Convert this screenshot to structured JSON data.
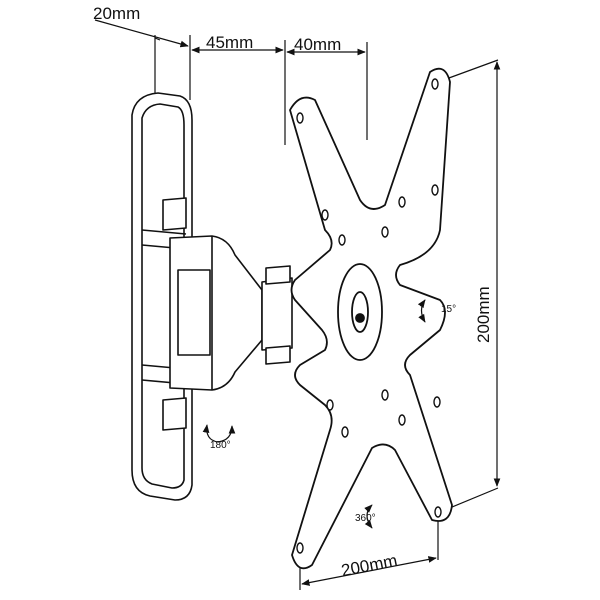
{
  "dimensions": {
    "wall_depth": "20mm",
    "arm_depth": "45mm",
    "plate_depth": "40mm",
    "vesa_horizontal": "200mm",
    "vesa_vertical": "200mm"
  },
  "rotations": {
    "swivel": "180°",
    "tilt": "15°",
    "rotate": "360°"
  },
  "colors": {
    "stroke": "#111111",
    "fill": "#ffffff"
  }
}
